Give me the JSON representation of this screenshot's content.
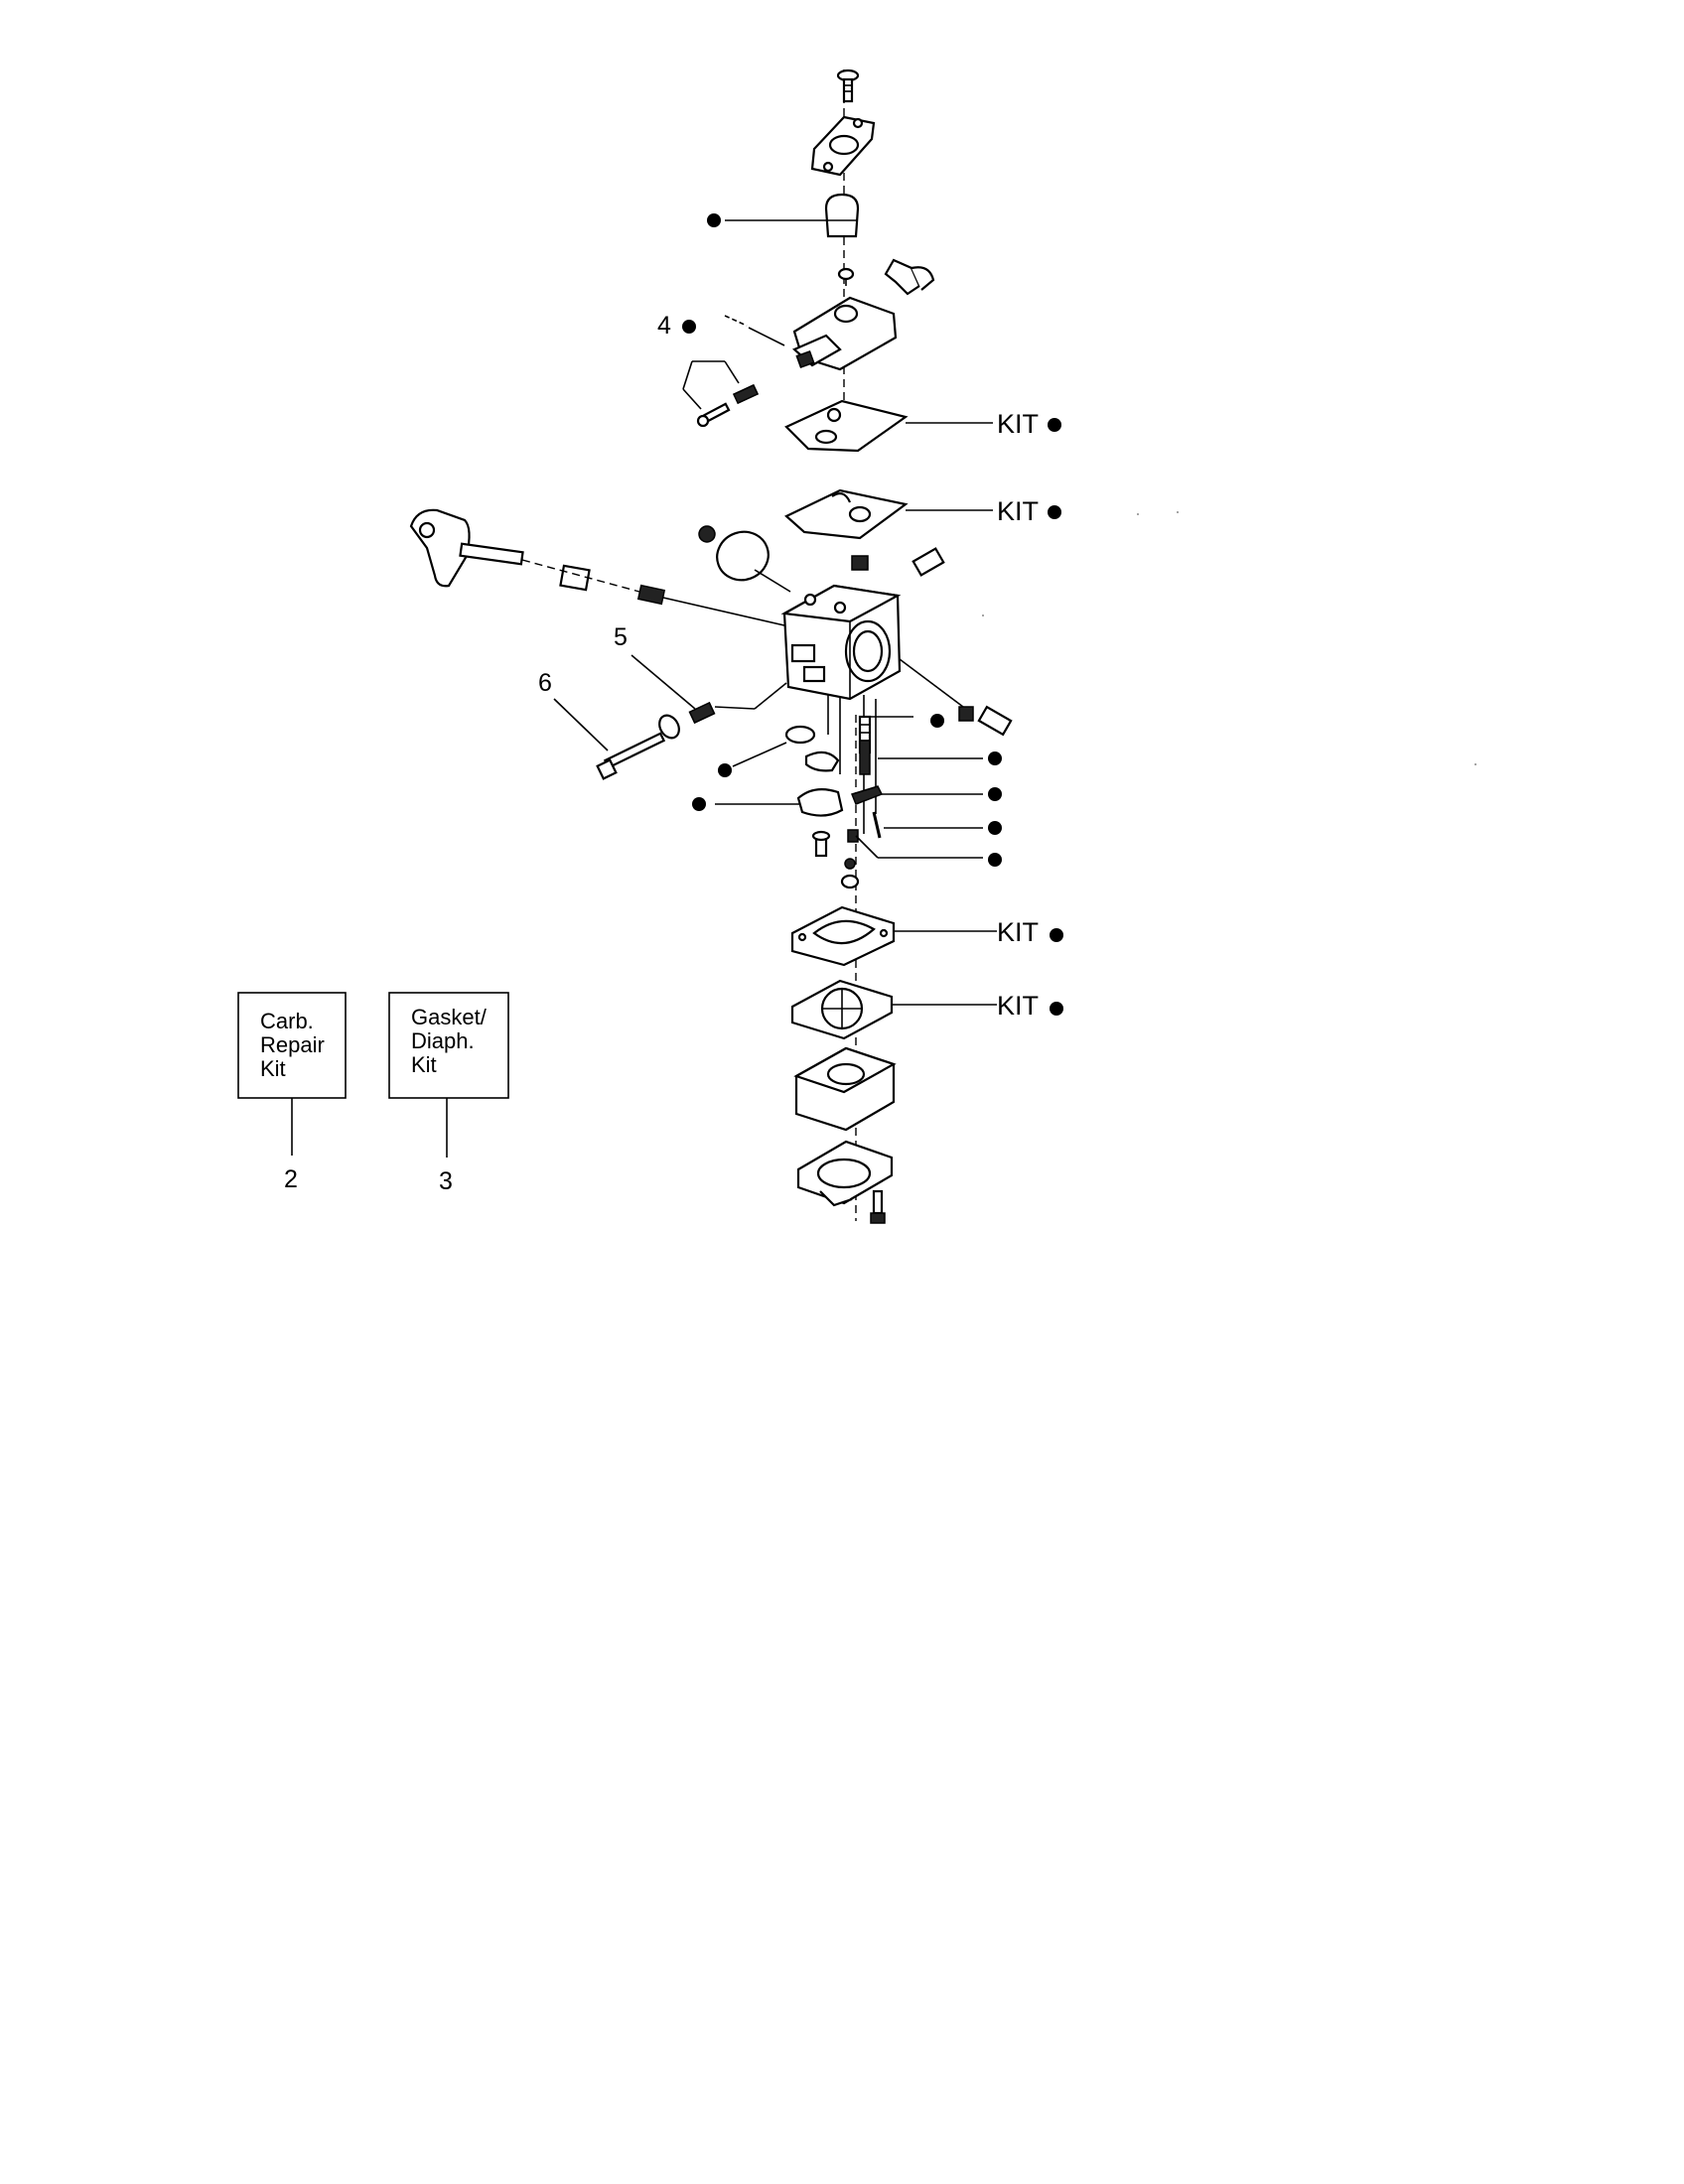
{
  "diagram": {
    "callouts": {
      "item_4": "4",
      "item_5": "5",
      "item_6": "6",
      "item_2": "2",
      "item_3": "3"
    },
    "kit_labels": [
      "KIT",
      "KIT",
      "KIT",
      "KIT"
    ],
    "boxes": {
      "carb_repair_kit": [
        "Carb.",
        "Repair",
        "Kit"
      ],
      "gasket_diaph_kit": [
        "Gasket/",
        "Diaph.",
        "Kit"
      ]
    },
    "bullet_symbol": "●"
  }
}
